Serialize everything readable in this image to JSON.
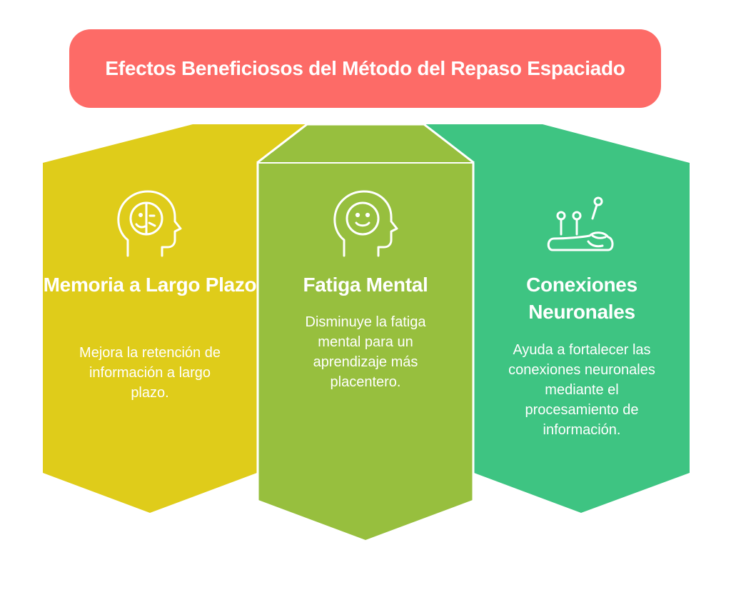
{
  "title": "Efectos Beneficiosos del Método del Repaso Espaciado",
  "colors": {
    "title_bg": "#fd6b67",
    "col1": "#dfcc1a",
    "col2": "#97bf3e",
    "col3": "#3ec482",
    "text": "#ffffff"
  },
  "columns": [
    {
      "title": "Memoria a Largo Plazo",
      "description": "Mejora la retención de información a largo plazo.",
      "icon": "head-half-face-icon"
    },
    {
      "title": "Fatiga Mental",
      "description": "Disminuye la fatiga mental para un aprendizaje más placentero.",
      "icon": "head-smile-icon"
    },
    {
      "title": "Conexiones Neuronales",
      "description": "Ayuda a fortalecer las conexiones neuronales mediante el procesamiento de información.",
      "icon": "brain-connections-icon"
    }
  ]
}
